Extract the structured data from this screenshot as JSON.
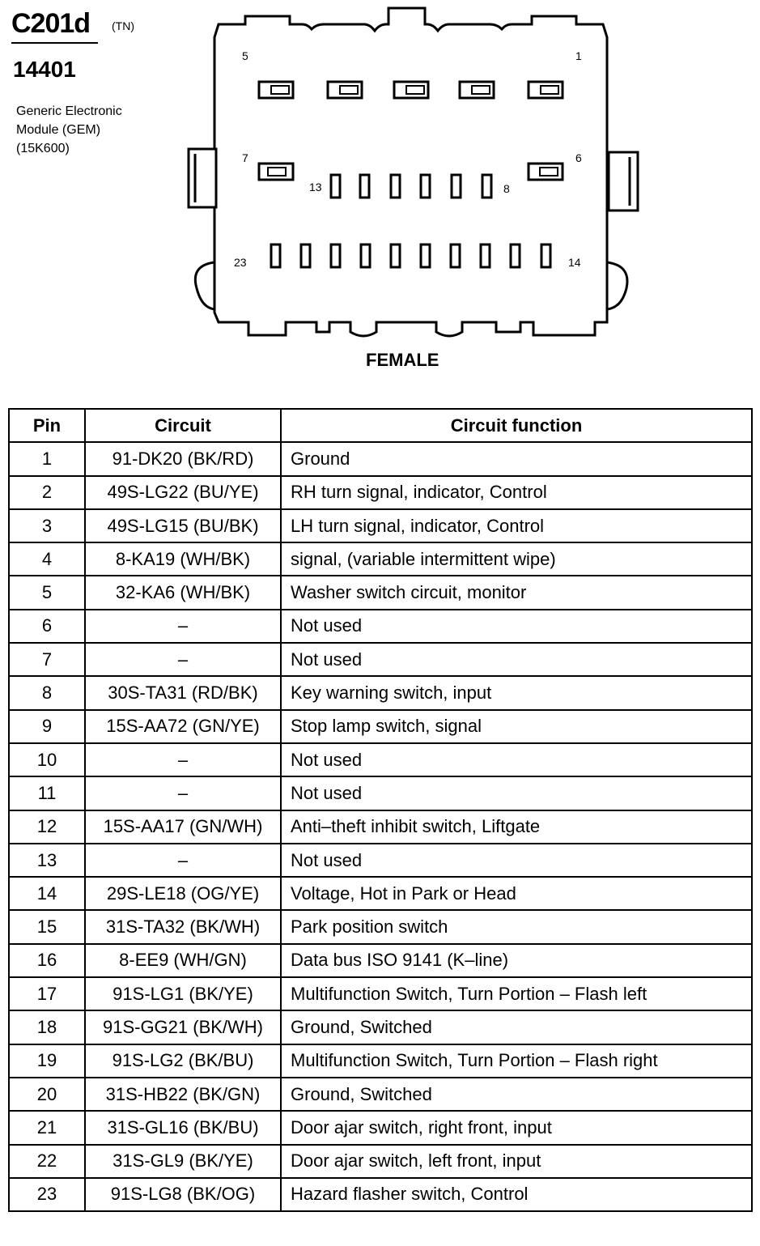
{
  "header": {
    "connector_code": "C201d",
    "suffix": "(TN)",
    "part_number": "14401",
    "description": "Generic Electronic\nModule (GEM)\n(15K600)"
  },
  "connector": {
    "view_label": "FEMALE",
    "pin_labels": {
      "p5": "5",
      "p1": "1",
      "p7": "7",
      "p6": "6",
      "p13": "13",
      "p8": "8",
      "p23": "23",
      "p14": "14"
    }
  },
  "table": {
    "headers": {
      "pin": "Pin",
      "circuit": "Circuit",
      "function": "Circuit function"
    },
    "rows": [
      {
        "pin": "1",
        "circuit": "91-DK20 (BK/RD)",
        "function": "Ground"
      },
      {
        "pin": "2",
        "circuit": "49S-LG22 (BU/YE)",
        "function": "RH turn signal, indicator, Control"
      },
      {
        "pin": "3",
        "circuit": "49S-LG15 (BU/BK)",
        "function": "LH turn signal, indicator, Control"
      },
      {
        "pin": "4",
        "circuit": "8-KA19 (WH/BK)",
        "function": "signal, (variable intermittent wipe)"
      },
      {
        "pin": "5",
        "circuit": "32-KA6 (WH/BK)",
        "function": "Washer switch circuit, monitor"
      },
      {
        "pin": "6",
        "circuit": "–",
        "function": "Not used"
      },
      {
        "pin": "7",
        "circuit": "–",
        "function": "Not used"
      },
      {
        "pin": "8",
        "circuit": "30S-TA31 (RD/BK)",
        "function": "Key warning switch, input"
      },
      {
        "pin": "9",
        "circuit": "15S-AA72 (GN/YE)",
        "function": "Stop lamp switch, signal"
      },
      {
        "pin": "10",
        "circuit": "–",
        "function": "Not used"
      },
      {
        "pin": "11",
        "circuit": "–",
        "function": "Not used"
      },
      {
        "pin": "12",
        "circuit": "15S-AA17 (GN/WH)",
        "function": "Anti–theft inhibit switch, Liftgate"
      },
      {
        "pin": "13",
        "circuit": "–",
        "function": "Not used"
      },
      {
        "pin": "14",
        "circuit": "29S-LE18 (OG/YE)",
        "function": "Voltage, Hot in Park or Head"
      },
      {
        "pin": "15",
        "circuit": "31S-TA32 (BK/WH)",
        "function": "Park position switch"
      },
      {
        "pin": "16",
        "circuit": "8-EE9 (WH/GN)",
        "function": "Data bus ISO 9141 (K–line)"
      },
      {
        "pin": "17",
        "circuit": "91S-LG1 (BK/YE)",
        "function": "Multifunction Switch, Turn Portion – Flash left"
      },
      {
        "pin": "18",
        "circuit": "91S-GG21 (BK/WH)",
        "function": "Ground, Switched"
      },
      {
        "pin": "19",
        "circuit": "91S-LG2 (BK/BU)",
        "function": "Multifunction Switch, Turn Portion – Flash right"
      },
      {
        "pin": "20",
        "circuit": "31S-HB22 (BK/GN)",
        "function": "Ground, Switched"
      },
      {
        "pin": "21",
        "circuit": "31S-GL16 (BK/BU)",
        "function": "Door ajar switch, right front, input"
      },
      {
        "pin": "22",
        "circuit": "31S-GL9 (BK/YE)",
        "function": "Door ajar switch, left front, input"
      },
      {
        "pin": "23",
        "circuit": "91S-LG8 (BK/OG)",
        "function": "Hazard flasher switch, Control"
      }
    ]
  }
}
